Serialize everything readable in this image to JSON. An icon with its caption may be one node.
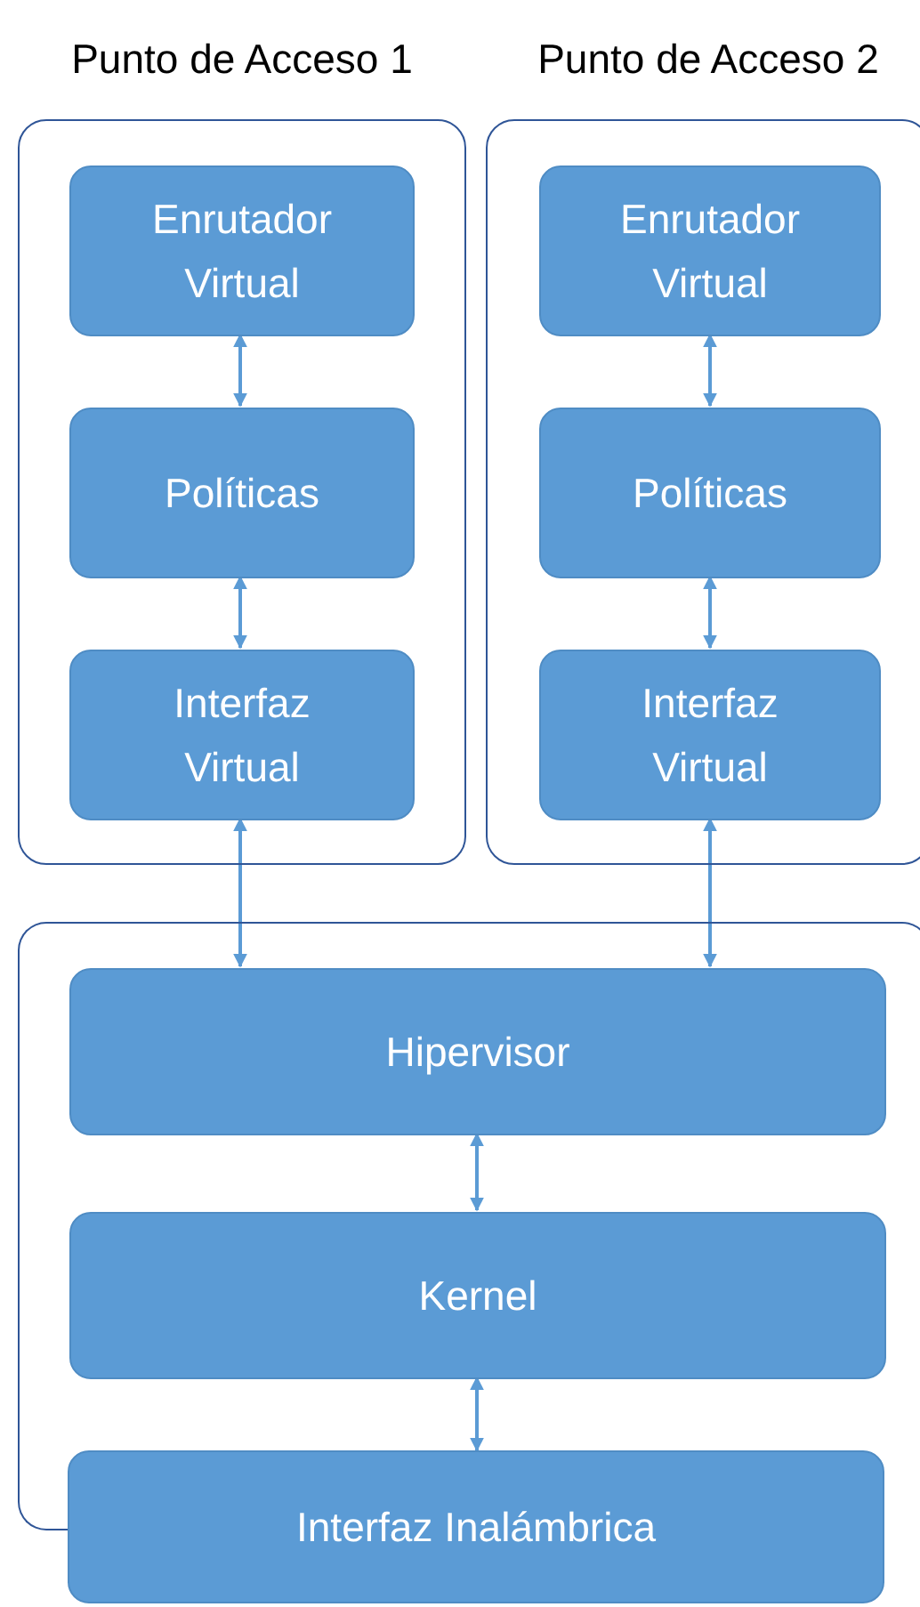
{
  "diagram": {
    "nodes": [
      {
        "text": [
          "Punto de Acceso 1"
        ]
      },
      {
        "text": [
          "Enrutador Virtual"
        ],
        "in": 0
      },
      {
        "text": [
          "Políticas"
        ],
        "in": 0
      },
      {
        "text": [
          "Interfaz Virtual"
        ],
        "in": 0
      },
      {
        "text": [
          "Punto de Acceso 2"
        ]
      },
      {
        "text": [
          "Enrutador Virtual"
        ],
        "in": 4
      },
      {
        "text": [
          "Políticas"
        ],
        "in": 4
      },
      {
        "text": [
          "Interfaz Virtual"
        ],
        "in": 4
      },
      {
        "text": [],
        "shape": "box"
      },
      {
        "text": [
          "Hipervisor"
        ],
        "in": 8
      },
      {
        "text": [
          "Kernel"
        ],
        "in": 8
      },
      {
        "text": [
          "Interfaz Inalámbrica"
        ]
      }
    ],
    "edges": [
      {
        "from": 1,
        "to": 2,
        "arrow": "both"
      },
      {
        "from": 2,
        "to": 3,
        "arrow": "both"
      },
      {
        "from": 5,
        "to": 6,
        "arrow": "both"
      },
      {
        "from": 6,
        "to": 7,
        "arrow": "both"
      },
      {
        "from": 3,
        "to": 9,
        "arrow": "both"
      },
      {
        "from": 7,
        "to": 9,
        "arrow": "both"
      },
      {
        "from": 9,
        "to": 10,
        "arrow": "both"
      },
      {
        "from": 10,
        "to": 11,
        "arrow": "both"
      }
    ]
  }
}
